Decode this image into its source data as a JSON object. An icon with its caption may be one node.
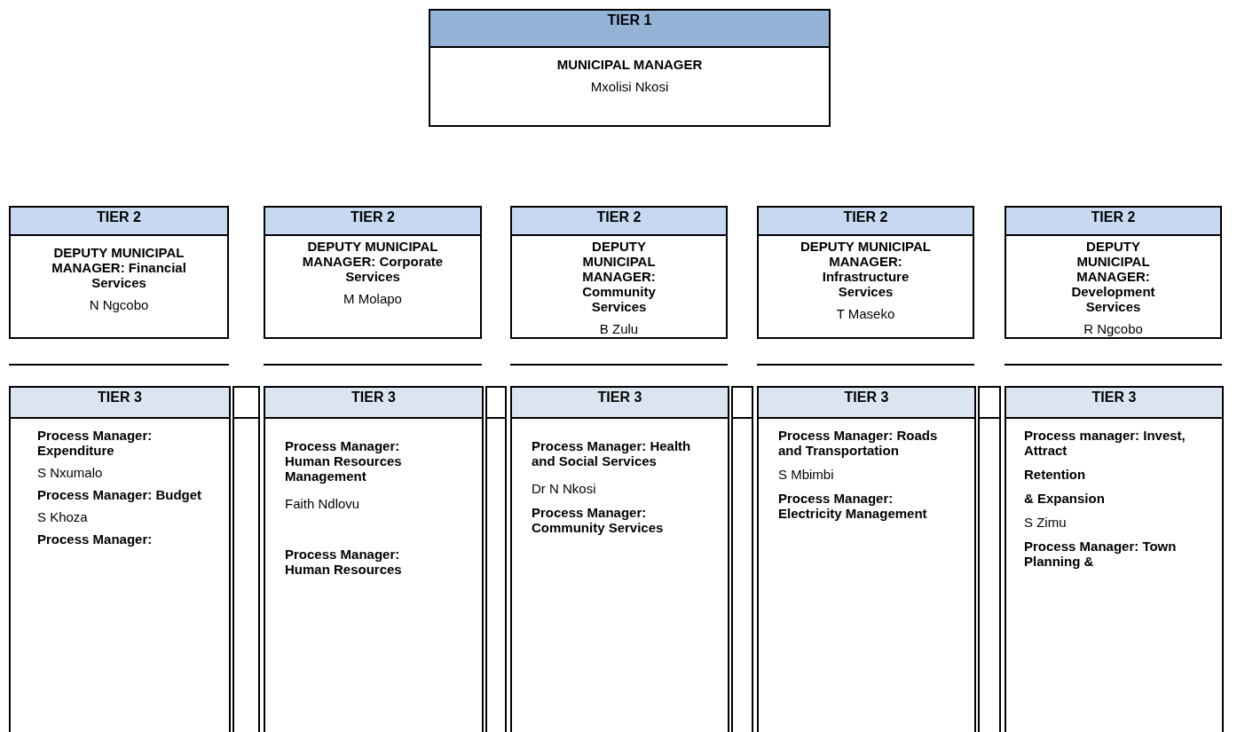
{
  "diagram": {
    "nodes": [
      {
        "text": [
          "TIER 1",
          "MUNICIPAL MANAGER",
          "Mxolisi Nkosi"
        ]
      },
      {
        "text": [
          "TIER 2",
          "DEPUTY MUNICIPAL MANAGER: Financial Services",
          "N Ngcobo"
        ]
      },
      {
        "text": [
          "TIER 2",
          "DEPUTY MUNICIPAL MANAGER: Corporate Services",
          "M Molapo"
        ]
      },
      {
        "text": [
          "TIER 2",
          "DEPUTY MUNICIPAL MANAGER: Community Services",
          "B Zulu"
        ]
      },
      {
        "text": [
          "TIER 2",
          "DEPUTY MUNICIPAL MANAGER: Infrastructure Services",
          "T Maseko"
        ]
      },
      {
        "text": [
          "TIER 2",
          "DEPUTY MUNICIPAL MANAGER: Development Services",
          "R Ngcobo"
        ]
      },
      {
        "text": [
          "TIER 3",
          "Process Manager: Expenditure",
          "S Nxumalo",
          "Process Manager: Budget",
          "S Khoza",
          "Process Manager:"
        ]
      },
      {
        "text": [
          "TIER 3",
          "Process Manager: Human Resources Management",
          "Faith Ndlovu",
          "Process Manager: Human Resources"
        ]
      },
      {
        "text": [
          "TIER 3",
          "Process Manager: Health and Social Services",
          "Dr N Nkosi",
          "Process Manager: Community Services"
        ]
      },
      {
        "text": [
          "TIER 3",
          "Process Manager: Roads and Transportation",
          "S Mbimbi",
          "Process Manager: Electricity Management"
        ]
      },
      {
        "text": [
          "TIER 3",
          "Process manager: Invest, Attract",
          "Retention",
          "& Expansion",
          "S Zimu",
          "Process Manager: Town Planning &"
        ]
      }
    ]
  }
}
